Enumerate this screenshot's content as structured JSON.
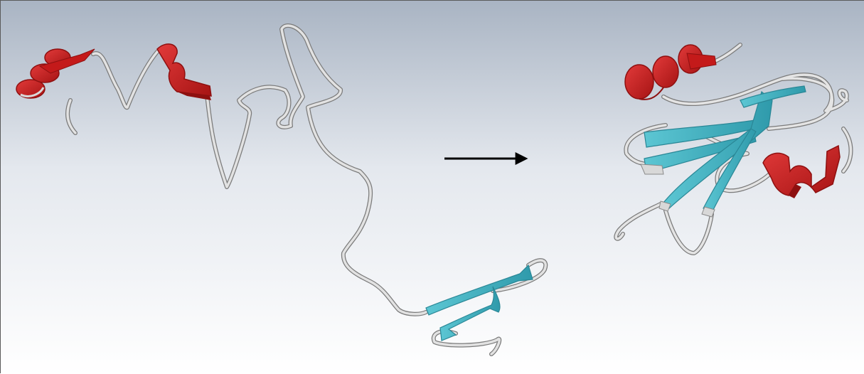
{
  "figure": {
    "background": {
      "top_color": "#a9b4c3",
      "bottom_color": "#ffffff"
    },
    "colors": {
      "helix": "#d11f1f",
      "helix_dark": "#8e1010",
      "strand": "#45b8c8",
      "strand_dark": "#2a8796",
      "coil": "#dcdcdc",
      "coil_edge": "#7b7b7b",
      "arrow": "#000000"
    },
    "panels": [
      {
        "name": "unfolded-chain",
        "elements": [
          "helix",
          "helix",
          "coil",
          "strand",
          "strand"
        ]
      },
      {
        "name": "folded-structure",
        "elements": [
          "helix",
          "helix",
          "strand",
          "strand",
          "strand",
          "strand",
          "coil"
        ]
      }
    ],
    "arrow": {
      "direction": "right"
    }
  }
}
